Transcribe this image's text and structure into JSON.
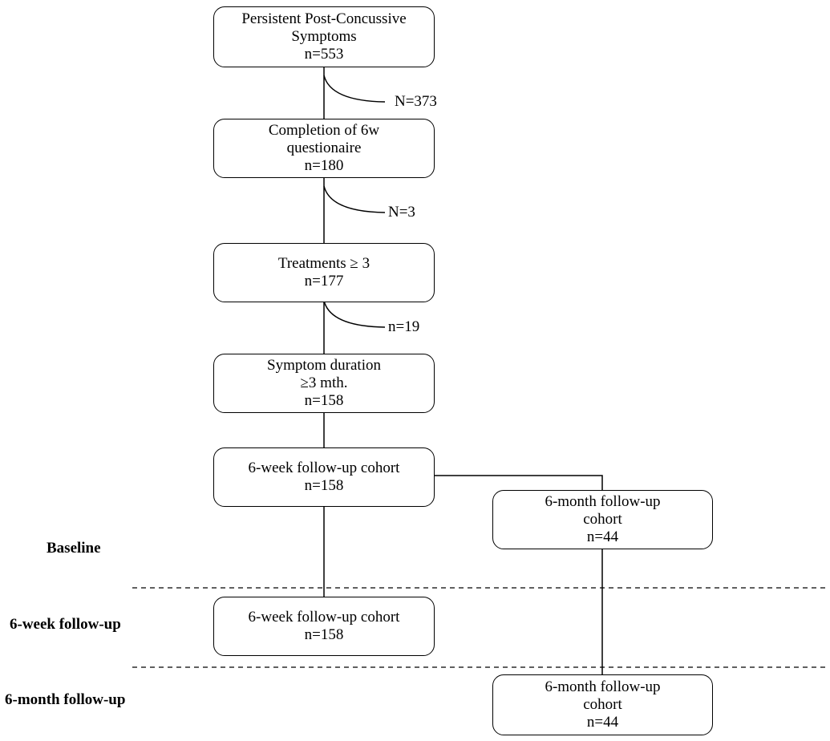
{
  "boxes": {
    "ppcs": {
      "line1": "Persistent Post-Concussive",
      "line2": "Symptoms",
      "count": "n=553"
    },
    "questionnaire": {
      "line1": "Completion of 6w",
      "line2": "questionaire",
      "count": "n=180"
    },
    "treatments": {
      "line1": "Treatments ≥ 3",
      "count": "n=177"
    },
    "duration": {
      "line1": "Symptom duration",
      "line2": "≥3 mth.",
      "count": "n=158"
    },
    "six_week_baseline": {
      "line1": "6-week follow-up cohort",
      "count": "n=158"
    },
    "six_month_baseline": {
      "line1": "6-month follow-up",
      "line2": "cohort",
      "count": "n=44"
    },
    "six_week_followup": {
      "line1": "6-week follow-up cohort",
      "count": "n=158"
    },
    "six_month_followup": {
      "line1": "6-month follow-up",
      "line2": "cohort",
      "count": "n=44"
    }
  },
  "exclusions": {
    "first": "N=373",
    "second": "N=3",
    "third": "n=19"
  },
  "phases": {
    "baseline": "Baseline",
    "six_week": "6-week follow-up",
    "six_month": "6-month follow-up"
  }
}
